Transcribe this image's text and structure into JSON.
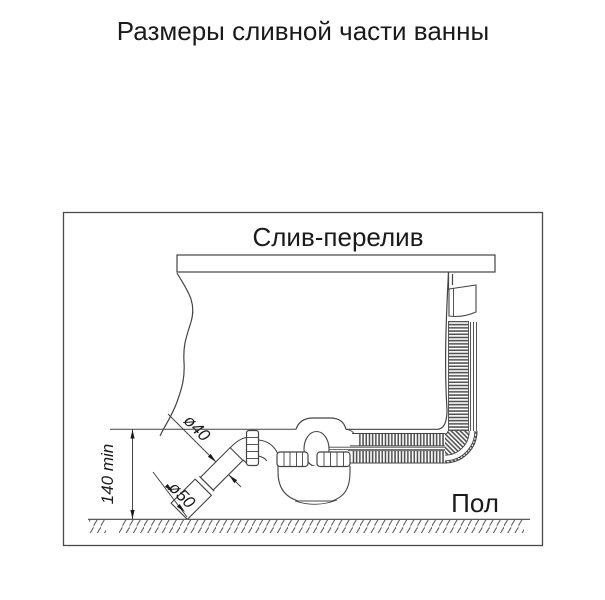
{
  "page": {
    "title": "Размеры сливной части ванны"
  },
  "diagram": {
    "label_top": "Слив-перелив",
    "label_floor": "Пол",
    "dim_diameter_small": "ø40",
    "dim_diameter_large": "ø50",
    "dim_height": "140 min",
    "colors": {
      "line": "#444444",
      "text": "#1a1a1a",
      "background": "#ffffff"
    }
  }
}
